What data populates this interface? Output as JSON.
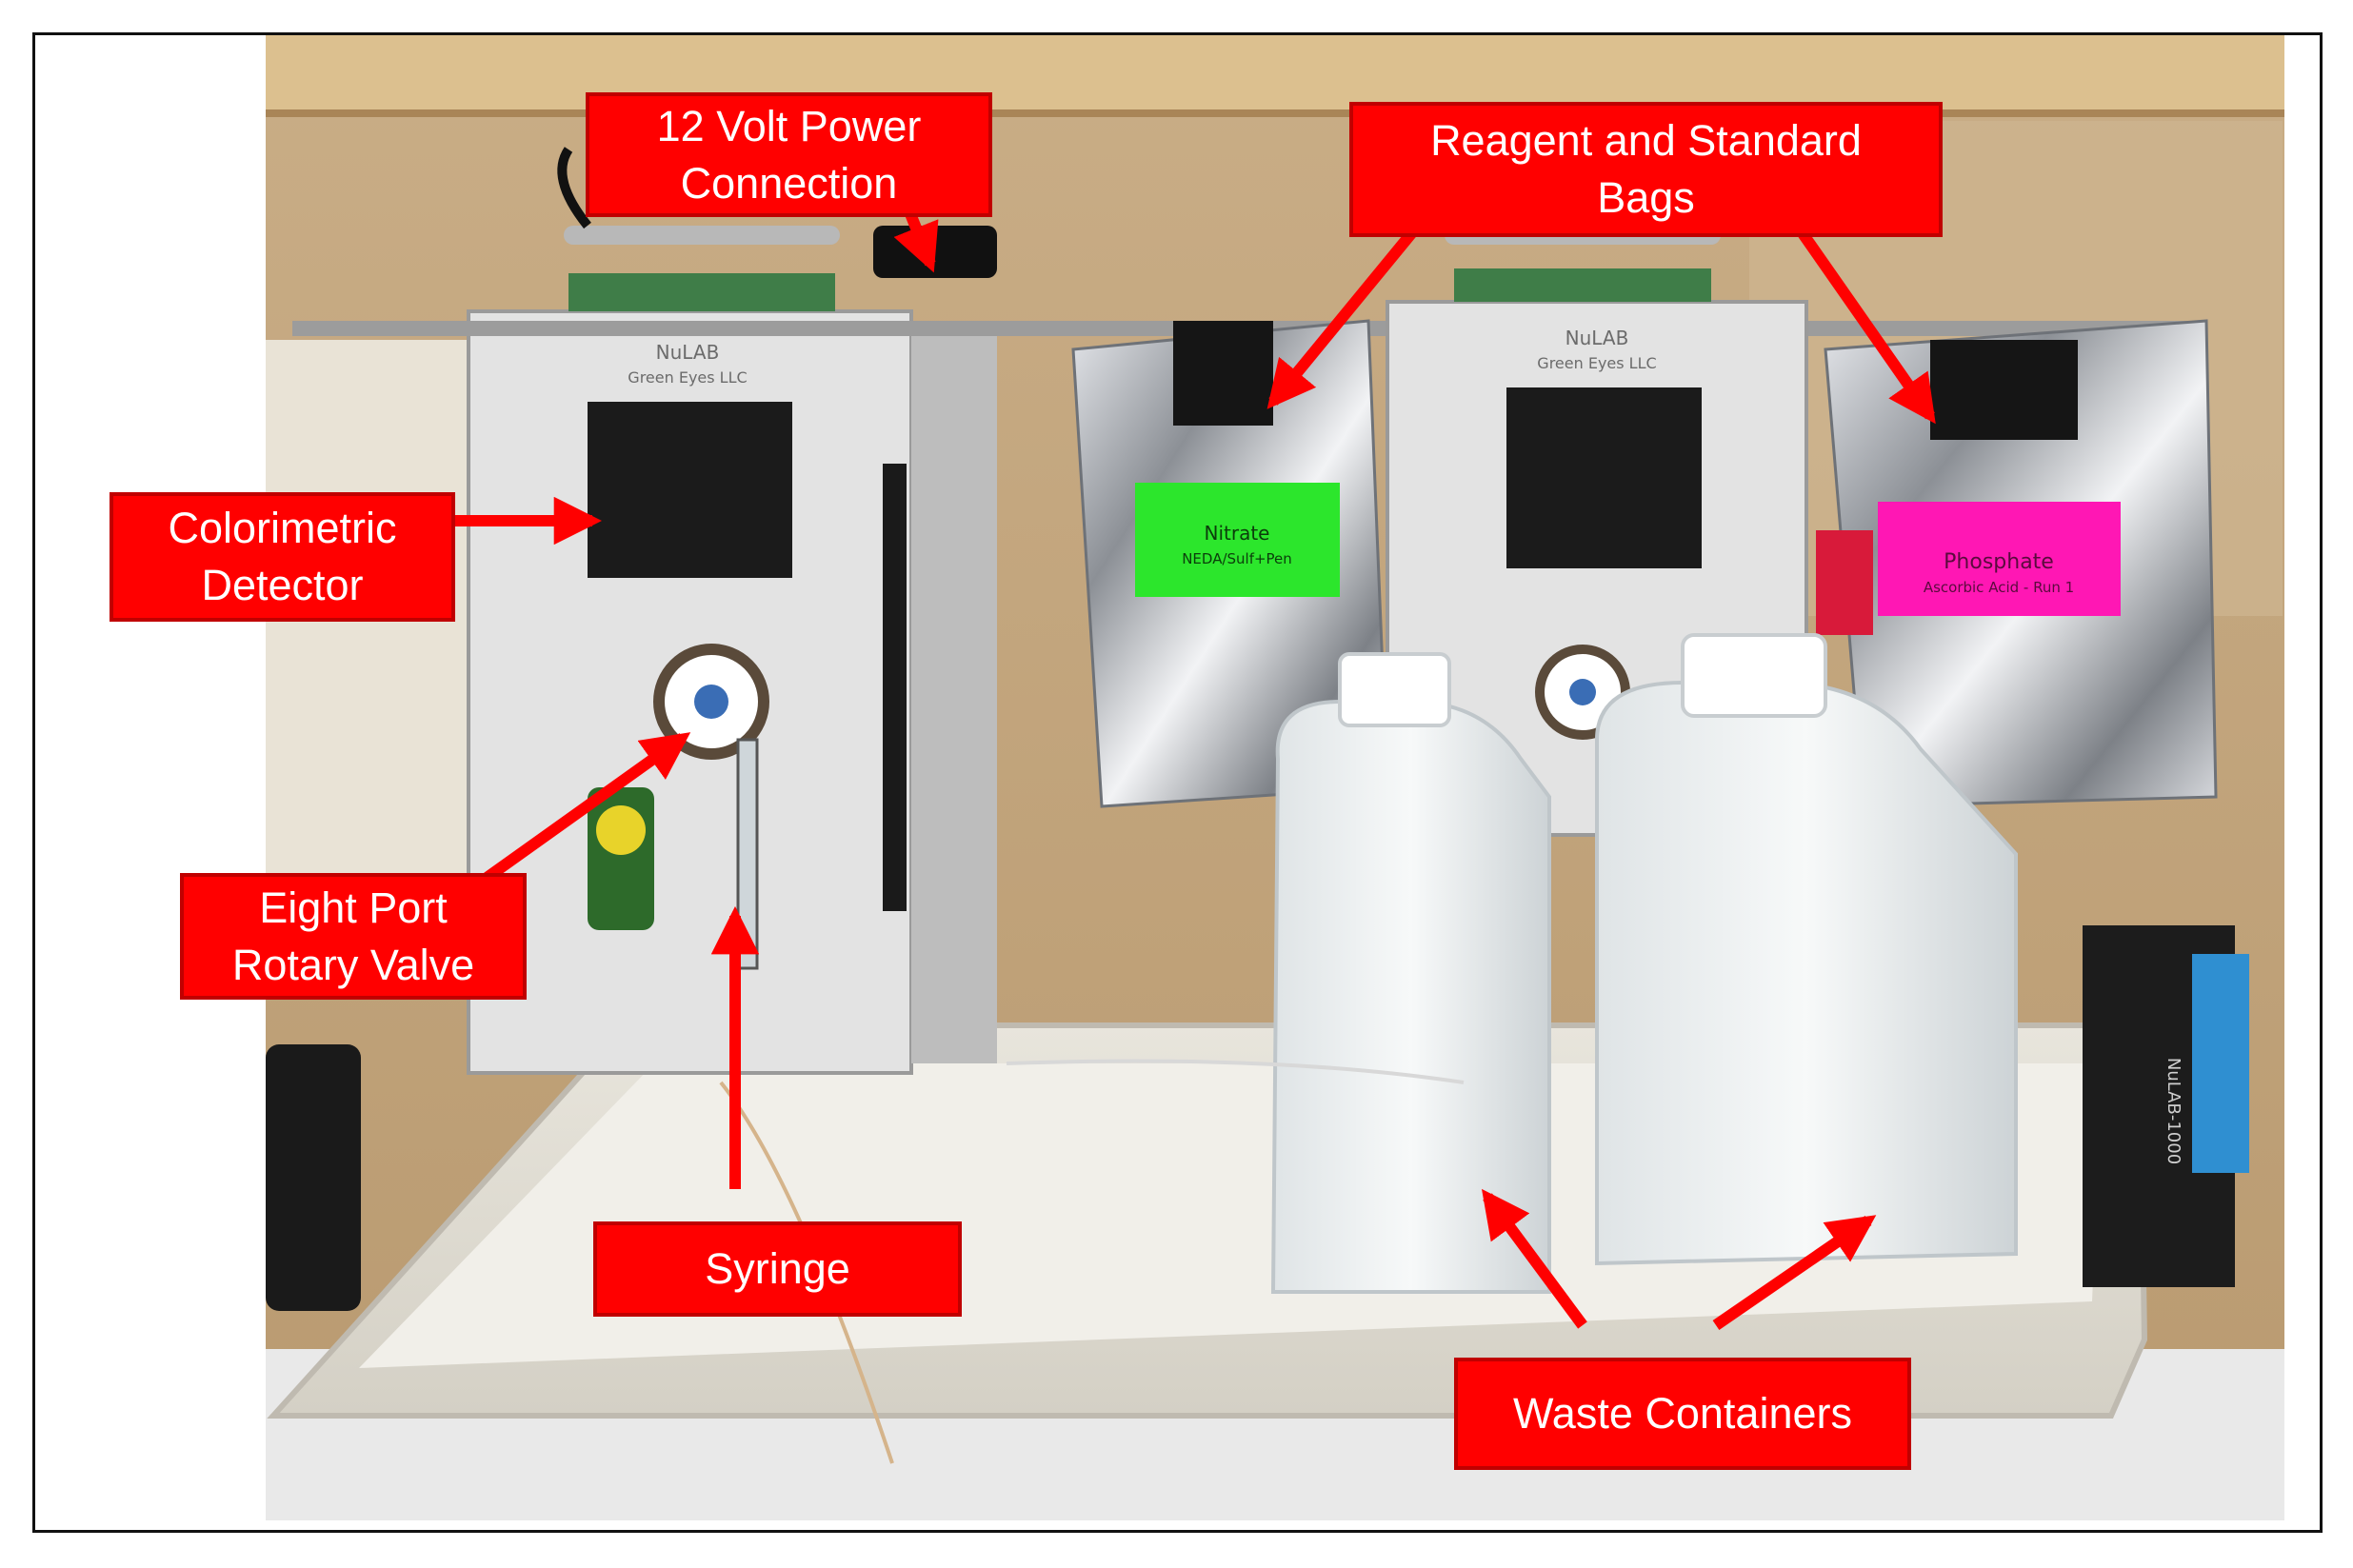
{
  "figure": {
    "callouts": {
      "power": "12 Volt Power\nConnection",
      "bags": "Reagent and Standard\nBags",
      "detector": "Colorimetric\nDetector",
      "valve": "Eight Port\nRotary Valve",
      "syringe": "Syringe",
      "waste": "Waste Containers"
    },
    "device_labels": {
      "brand": "NuLAB",
      "maker": "Green Eyes LLC",
      "side_label": "NuLAB-1000"
    },
    "bag_labels": {
      "left_title": "Nitrate",
      "left_sub": "NEDA/Sulf+Pen",
      "right_title": "Phosphate",
      "right_sub": "Ascorbic Acid - Run 1"
    },
    "colors": {
      "callout_fill": "#ff0000",
      "callout_text": "#ffffff",
      "arrow": "#ff0000",
      "green_label": "#2ce62c",
      "pink_label": "#ff17b4"
    }
  }
}
